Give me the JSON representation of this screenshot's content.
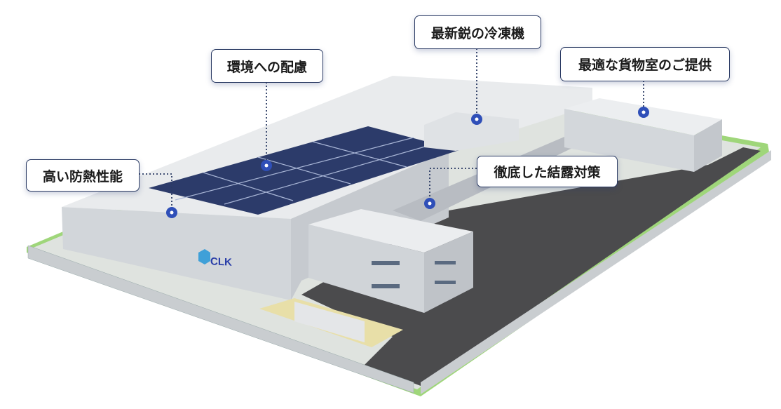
{
  "callouts": [
    {
      "id": "insulation",
      "label": "高い防熱性能"
    },
    {
      "id": "environment",
      "label": "環境への配慮"
    },
    {
      "id": "refrigerator",
      "label": "最新鋭の冷凍機"
    },
    {
      "id": "cargo-room",
      "label": "最適な貨物室のご提供"
    },
    {
      "id": "condensation",
      "label": "徹底した結露対策"
    }
  ],
  "building": {
    "logo_text": "CLK"
  },
  "colors": {
    "callout_border": "#2a3a63",
    "marker": "#2f4fb8",
    "asphalt": "#4a4a4c",
    "grass": "#8fcf6a",
    "solar": "#2c3b6a"
  }
}
